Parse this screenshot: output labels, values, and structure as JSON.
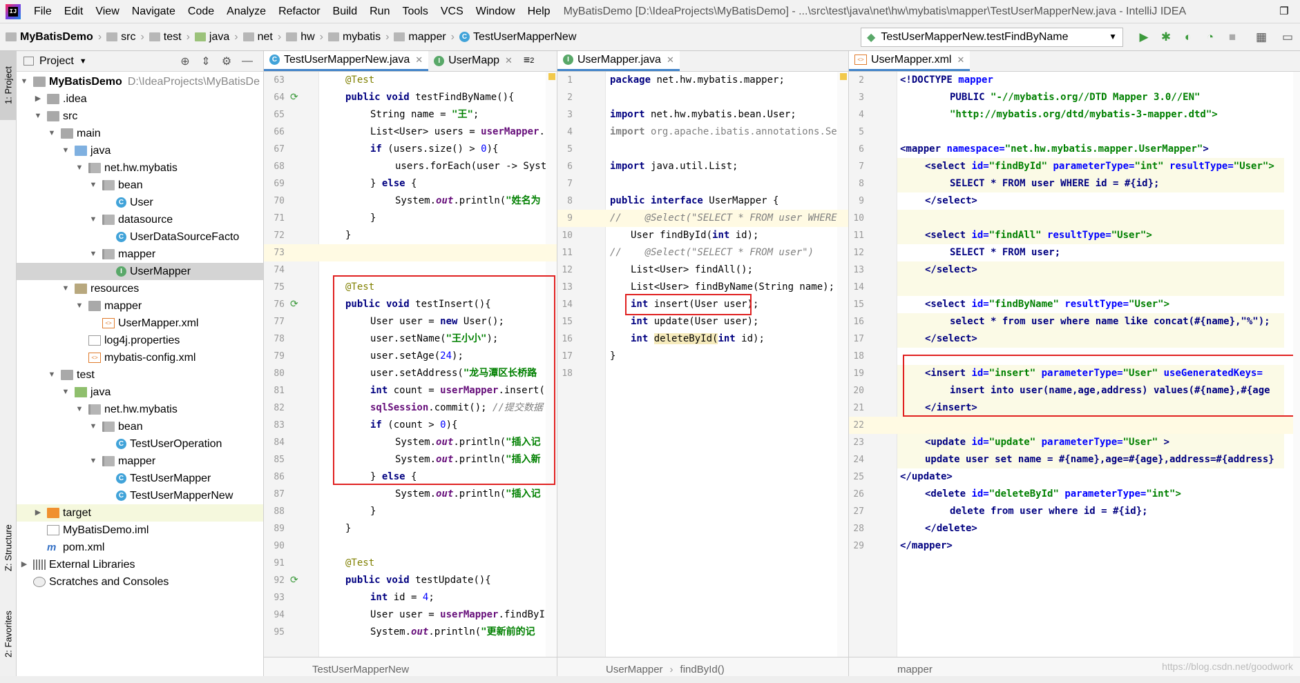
{
  "menubar": {
    "items": [
      "File",
      "Edit",
      "View",
      "Navigate",
      "Code",
      "Analyze",
      "Refactor",
      "Build",
      "Run",
      "Tools",
      "VCS",
      "Window",
      "Help"
    ],
    "title": "MyBatisDemo [D:\\IdeaProjects\\MyBatisDemo] - ...\\src\\test\\java\\net\\hw\\mybatis\\mapper\\TestUserMapperNew.java - IntelliJ IDEA"
  },
  "breadcrumb": [
    "MyBatisDemo",
    "src",
    "test",
    "java",
    "net",
    "hw",
    "mybatis",
    "mapper",
    "TestUserMapperNew"
  ],
  "run_config": "TestUserMapperNew.testFindByName",
  "side_tabs": {
    "project": "1: Project",
    "structure": "Z: Structure",
    "favorites": "2: Favorites"
  },
  "project": {
    "header": "Project",
    "tree": [
      {
        "label": "MyBatisDemo",
        "path": "D:\\IdeaProjects\\MyBatisDe",
        "bold": true
      },
      {
        "label": ".idea"
      },
      {
        "label": "src"
      },
      {
        "label": "main"
      },
      {
        "label": "java"
      },
      {
        "label": "net.hw.mybatis"
      },
      {
        "label": "bean"
      },
      {
        "label": "User"
      },
      {
        "label": "datasource"
      },
      {
        "label": "UserDataSourceFacto"
      },
      {
        "label": "mapper"
      },
      {
        "label": "UserMapper"
      },
      {
        "label": "resources"
      },
      {
        "label": "mapper"
      },
      {
        "label": "UserMapper.xml"
      },
      {
        "label": "log4j.properties"
      },
      {
        "label": "mybatis-config.xml"
      },
      {
        "label": "test"
      },
      {
        "label": "java"
      },
      {
        "label": "net.hw.mybatis"
      },
      {
        "label": "bean"
      },
      {
        "label": "TestUserOperation"
      },
      {
        "label": "mapper"
      },
      {
        "label": "TestUserMapper"
      },
      {
        "label": "TestUserMapperNew"
      },
      {
        "label": "target"
      },
      {
        "label": "MyBatisDemo.iml"
      },
      {
        "label": "pom.xml"
      },
      {
        "label": "External Libraries"
      },
      {
        "label": "Scratches and Consoles"
      }
    ]
  },
  "pane1": {
    "tabs": [
      "TestUserMapperNew.java",
      "UserMapp",
      "2"
    ],
    "status": "TestUserMapperNew",
    "lines": [
      "63",
      "64",
      "65",
      "66",
      "67",
      "68",
      "69",
      "70",
      "71",
      "72",
      "73",
      "74",
      "75",
      "76",
      "77",
      "78",
      "79",
      "80",
      "81",
      "82",
      "83",
      "84",
      "85",
      "86",
      "87",
      "88",
      "89",
      "90",
      "91",
      "92",
      "93",
      "94",
      "95"
    ],
    "code": {
      "l63": "@Test",
      "l64a": "public void ",
      "l64b": "testFindByName(){",
      "l65a": "String name = ",
      "l65b": "\"王\"",
      ";": ";",
      "l66a": "List<User> users = ",
      "l66b": "userMapper",
      ".": ".",
      "l67a": "if ",
      "l67b": "(users.size() > ",
      "l67c": "0",
      "l67d": "){",
      "l68a": "users.forEach(user -> Syst",
      "l69a": "} ",
      "l69b": "else ",
      "l69c": "{",
      "l70a": "System.",
      "l70b": "out",
      ".println(": ".println(",
      "l70c": "\"姓名为",
      "l71": "}",
      "l72": "}",
      "l75": "@Test",
      "l76a": "public void ",
      "l76b": "testInsert(){",
      "l77a": "User user = ",
      "l77b": "new ",
      "l77c": "User();",
      "l78a": "user.setName(",
      "l78b": "\"王小小\"",
      "l78c": ");",
      "l79a": "user.setAge(",
      "l79b": "24",
      "l79c": ");",
      "l80a": "user.setAddress(",
      "l80b": "\"龙马潭区长桥路",
      "l81a": "int ",
      "l81b": "count = ",
      "l81c": "userMapper",
      ".insert(": ".insert(",
      "l82a": "sqlSession",
      ".commit(); ": ".commit(); ",
      "l82b": "//提交数据",
      "l83a": "if ",
      "l83b": "(count > ",
      "l83c": "0",
      "l83d": "){",
      "l84a": "System.",
      "l84b": "out",
      "l84c": ".println(",
      "l84d": "\"插入记",
      "l85a": "System.",
      "l85b": "out",
      "l85c": ".println(",
      "l85d": "\"插入新",
      "l86a": "} ",
      "l86b": "else ",
      "l86c": "{",
      "l87a": "System.",
      "l87b": "out",
      "l87c": ".println(",
      "l87d": "\"插入记",
      "l88": "}",
      "l89": "}",
      "l91": "@Test",
      "l92a": "public void ",
      "l92b": "testUpdate(){",
      "l93a": "int ",
      "l93b": "id = ",
      "l93c": "4",
      "l94a": "User user = ",
      "l94b": "userMapper",
      ".findByI": ".findByI",
      "l95a": "System.",
      "l95b": "out",
      "l95c": ".println(",
      "l95d": "\"更新前的记"
    }
  },
  "pane2": {
    "tab": "UserMapper.java",
    "status": "UserMapper",
    "status2": "findById()",
    "lines": [
      "1",
      "2",
      "3",
      "4",
      "5",
      "6",
      "7",
      "8",
      "9",
      "10",
      "11",
      "12",
      "13",
      "14",
      "15",
      "16",
      "17",
      "18"
    ],
    "code": {
      "p1a": "package ",
      "p1b": "net.hw.mybatis.mapper;",
      "p3a": "import ",
      "p3b": "net.hw.mybatis.bean.User;",
      "p4a": "import ",
      "p4b": "org.apache.ibatis.annotations.Se",
      "p6a": "import ",
      "p6b": "java.util.List;",
      "p8a": "public interface ",
      "p8b": "UserMapper {",
      "p9": "//    @Select(\"SELECT * FROM user WHERE",
      "p10a": "User findById(",
      "p10b": "int ",
      "p10c": "id);",
      "p11": "//    @Select(\"SELECT * FROM user\")",
      "p12": "List<User> findAll();",
      "p13": "List<User> findByName(String name);",
      "p14a": "int ",
      "p14b": "insert(User user);",
      "p15a": "int ",
      "p15b": "update(User user);",
      "p16a": "int ",
      "p16b": "deleteById(",
      "p16c": "int ",
      "p16d": "id);",
      "p17": "}"
    }
  },
  "pane3": {
    "tab": "UserMapper.xml",
    "status": "mapper",
    "lines": [
      "2",
      "3",
      "4",
      "5",
      "6",
      "7",
      "8",
      "9",
      "10",
      "11",
      "12",
      "13",
      "14",
      "15",
      "16",
      "17",
      "18",
      "19",
      "20",
      "21",
      "22",
      "23",
      "24",
      "25",
      "26",
      "27",
      "28",
      "29"
    ],
    "code": {
      "x2a": "<!DOCTYPE ",
      "x2b": "mapper",
      "x3a": "PUBLIC ",
      "x3b": "\"-//mybatis.org//DTD Mapper 3.0//EN\"",
      "x4": "\"http://mybatis.org/dtd/mybatis-3-mapper.dtd\">",
      "x6a": "<mapper ",
      "x6b": "namespace=",
      "x6c": "\"net.hw.mybatis.mapper.UserMapper\"",
      "x6d": ">",
      "x7a": "<select ",
      "x7b": "id=",
      "x7c": "\"findById\" ",
      "x7d": "parameterType=",
      "x7e": "\"int\" ",
      "x7f": "resultType=",
      "x7g": "\"User\">",
      "x8": "SELECT * FROM user WHERE id = #{id};",
      "x9": "</select>",
      "x11a": "<select ",
      "x11b": "id=",
      "x11c": "\"findAll\" ",
      "x11d": "resultType=",
      "x11e": "\"User\">",
      "x12": "SELECT * FROM user;",
      "x13": "</select>",
      "x15a": "<select ",
      "x15b": "id=",
      "x15c": "\"findByName\" ",
      "x15d": "resultType=",
      "x15e": "\"User\">",
      "x16": "select * from user where name like concat(#{name},\"%\");",
      "x17": "</select>",
      "x19a": "<insert ",
      "x19b": "id=",
      "x19c": "\"insert\" ",
      "x19d": "parameterType=",
      "x19e": "\"User\" ",
      "x19f": "useGeneratedKeys=",
      "x20": "insert into user(name,age,address) values(#{name},#{age",
      "x21": "</insert>",
      "x23a": "<update ",
      "x23b": "id=",
      "x23c": "\"update\" ",
      "x23d": "parameterType=",
      "x23e": "\"User\" ",
      "x23f": ">",
      "x24": "update user set name = #{name},age=#{age},address=#{address}",
      "x25": "</update>",
      "x26a": "<delete ",
      "x26b": "id=",
      "x26c": "\"deleteById\" ",
      "x26d": "parameterType=",
      "x26e": "\"int\">",
      "x27": "delete from user where id = #{id};",
      "x28": "</delete>",
      "x29": "</mapper>"
    }
  },
  "watermark": "https://blog.csdn.net/goodwork"
}
